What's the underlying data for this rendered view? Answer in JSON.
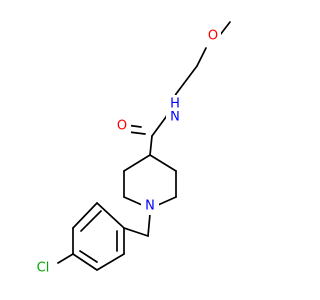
{
  "molecule": {
    "atoms": {
      "oxygen_ether": {
        "label": "O",
        "color": "#ff0000"
      },
      "nitrogen_amide": {
        "label": "N",
        "color": "#0000ff"
      },
      "hydrogen_amide": {
        "label": "H",
        "color": "#0000ff"
      },
      "oxygen_carbonyl": {
        "label": "O",
        "color": "#ff0000"
      },
      "nitrogen_piperidine": {
        "label": "N",
        "color": "#0000ff"
      },
      "chlorine": {
        "label": "Cl",
        "color": "#00aa00"
      }
    }
  }
}
